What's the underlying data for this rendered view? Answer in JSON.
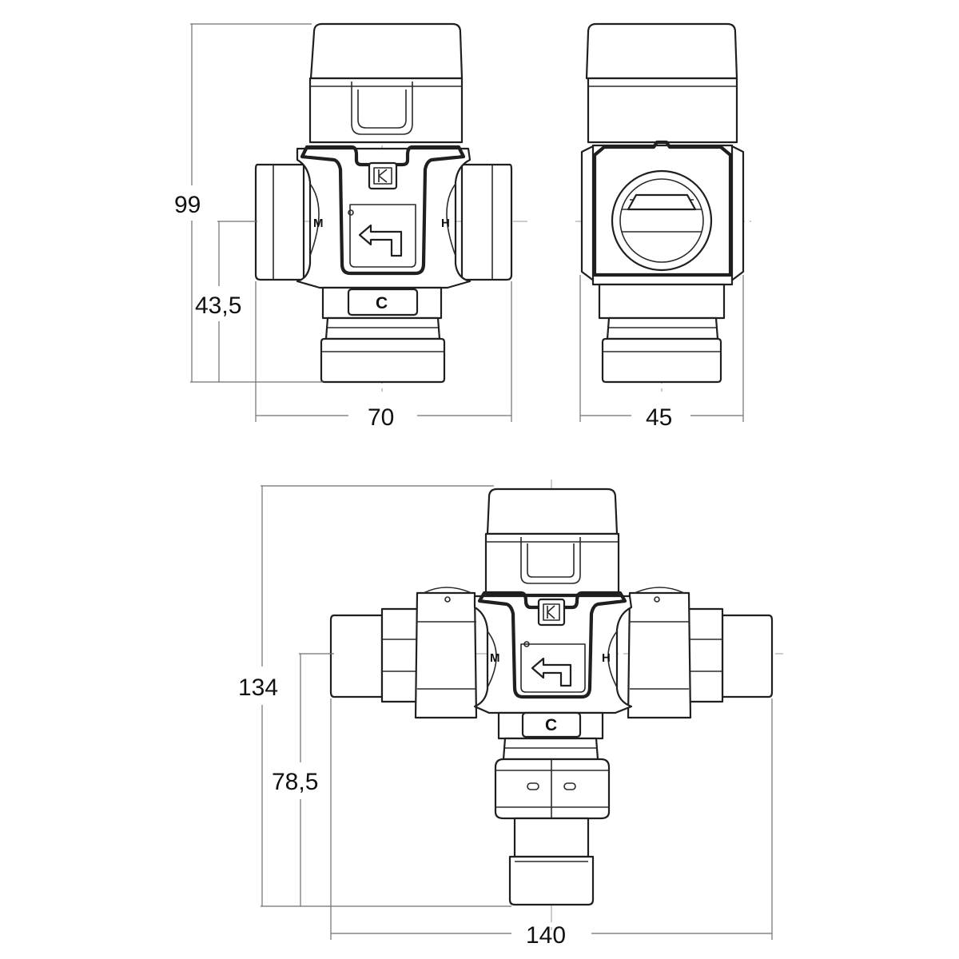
{
  "dimensions": {
    "front_height": "99",
    "front_inlet_height": "43,5",
    "front_width": "70",
    "side_width": "45",
    "assembly_height": "134",
    "assembly_inlet_height": "78,5",
    "assembly_width": "140"
  },
  "port_labels": {
    "mixed": "M",
    "hot": "H",
    "cold": "C"
  },
  "colors": {
    "line": "#1f1f1f",
    "dimension": "#707070",
    "centerline": "#9a9a9a",
    "background": "#ffffff"
  },
  "icons": [
    "logo-icon",
    "arrow-icon"
  ]
}
